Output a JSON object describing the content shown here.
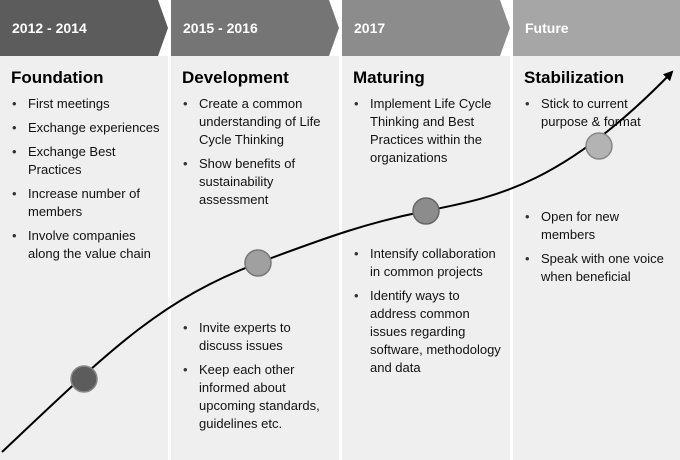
{
  "phases": [
    {
      "period": "2012 - 2014",
      "title": "Foundation",
      "color": "#5c5c5c",
      "bullets_upper": [
        "First meetings",
        "Exchange experiences",
        "Exchange Best Practices",
        "Increase number of members",
        "Involve companies along the value chain"
      ],
      "bullets_lower": []
    },
    {
      "period": "2015 - 2016",
      "title": "Development",
      "color": "#757575",
      "bullets_upper": [
        "Create a common understanding of Life Cycle Thinking",
        "Show benefits of sustainability assessment"
      ],
      "bullets_lower": [
        "Invite experts to discuss issues",
        "Keep each other informed about upcoming standards, guidelines etc."
      ]
    },
    {
      "period": "2017",
      "title": "Maturing",
      "color": "#8c8c8c",
      "bullets_upper": [
        "Implement Life Cycle Thinking and Best Practices within the organizations"
      ],
      "bullets_lower": [
        "Intensify collaboration in common projects",
        "Identify ways to address common issues regarding software, methodology and data"
      ]
    },
    {
      "period": "Future",
      "title": "Stabilization",
      "color": "#a6a6a6",
      "bullets_upper": [
        "Stick to current purpose & format"
      ],
      "bullets_lower": [
        "Open for new members",
        "Speak with one voice when beneficial"
      ]
    }
  ],
  "colors": {
    "column_bg": "#efefef",
    "milestone": "#888888",
    "curve": "#000000"
  }
}
